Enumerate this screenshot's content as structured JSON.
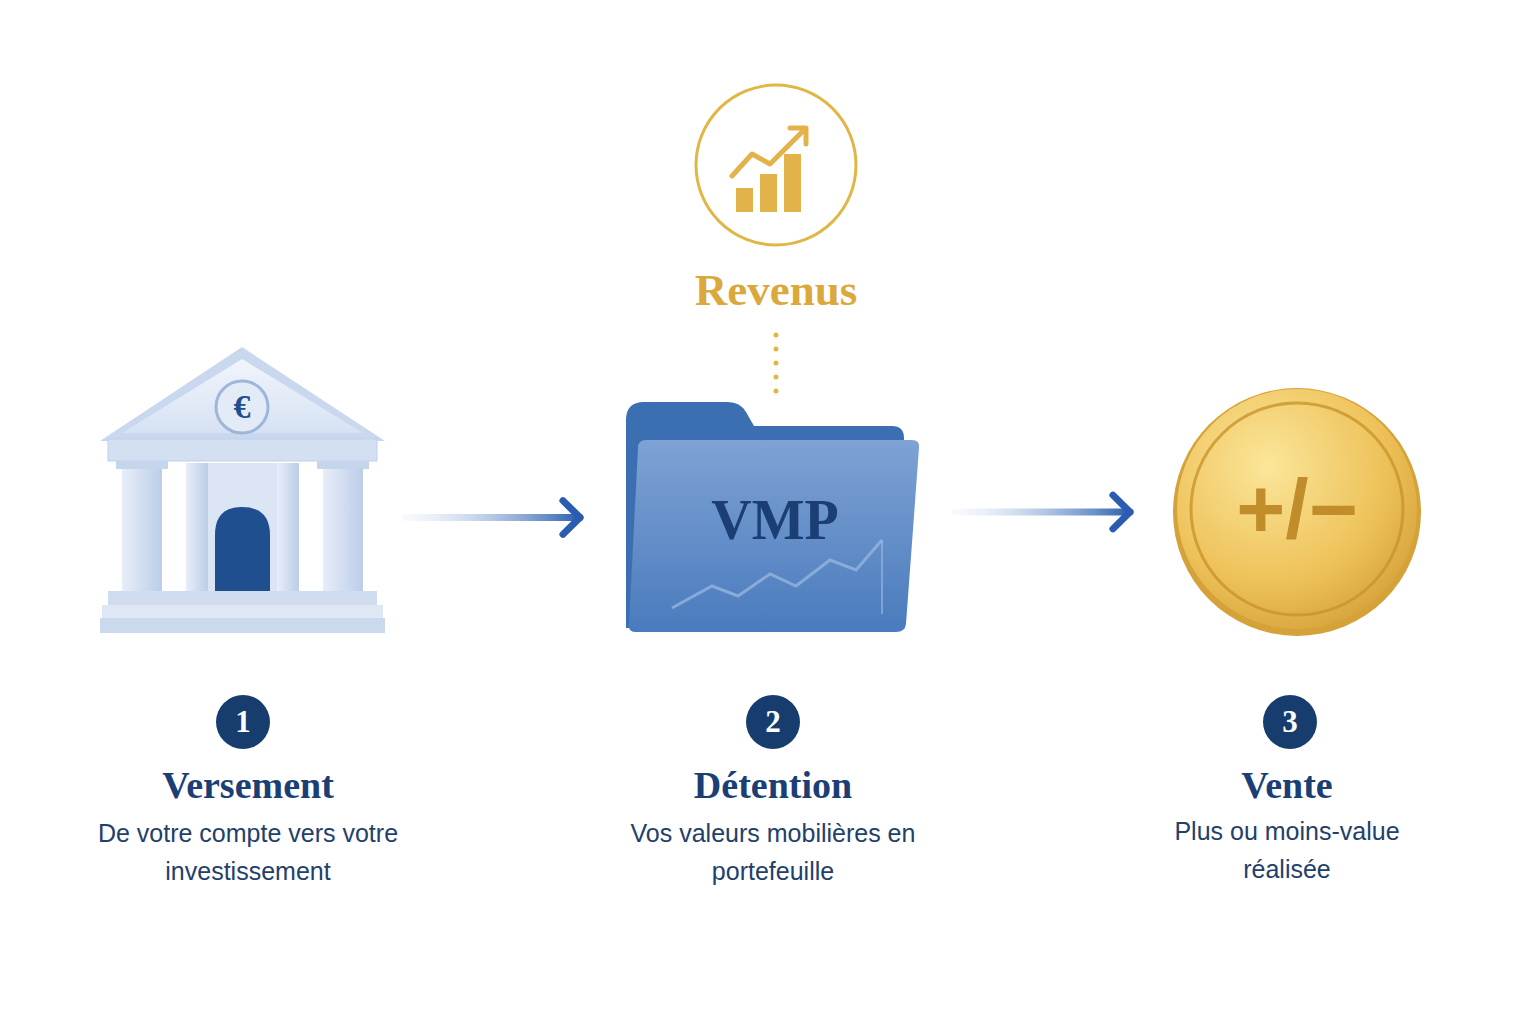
{
  "diagram": {
    "nodes": [
      {
        "text": [
          "€"
        ]
      },
      {
        "text": [
          "Revenus"
        ]
      },
      {
        "text": [
          "VMP"
        ]
      },
      {
        "text": [
          "+/−"
        ]
      }
    ],
    "edges": [
      {
        "from": 0,
        "to": 2,
        "arrow": "to"
      },
      {
        "from": 1,
        "to": 2,
        "arrow": "none"
      },
      {
        "from": 2,
        "to": 3,
        "arrow": "to"
      }
    ],
    "labels": [
      "1",
      "Versement",
      "De votre compte vers votre investissement",
      "2",
      "Détention",
      "Vos valeurs mobilières en portefeuille",
      "3",
      "Vente",
      "Plus ou moins-value réalisée"
    ]
  }
}
